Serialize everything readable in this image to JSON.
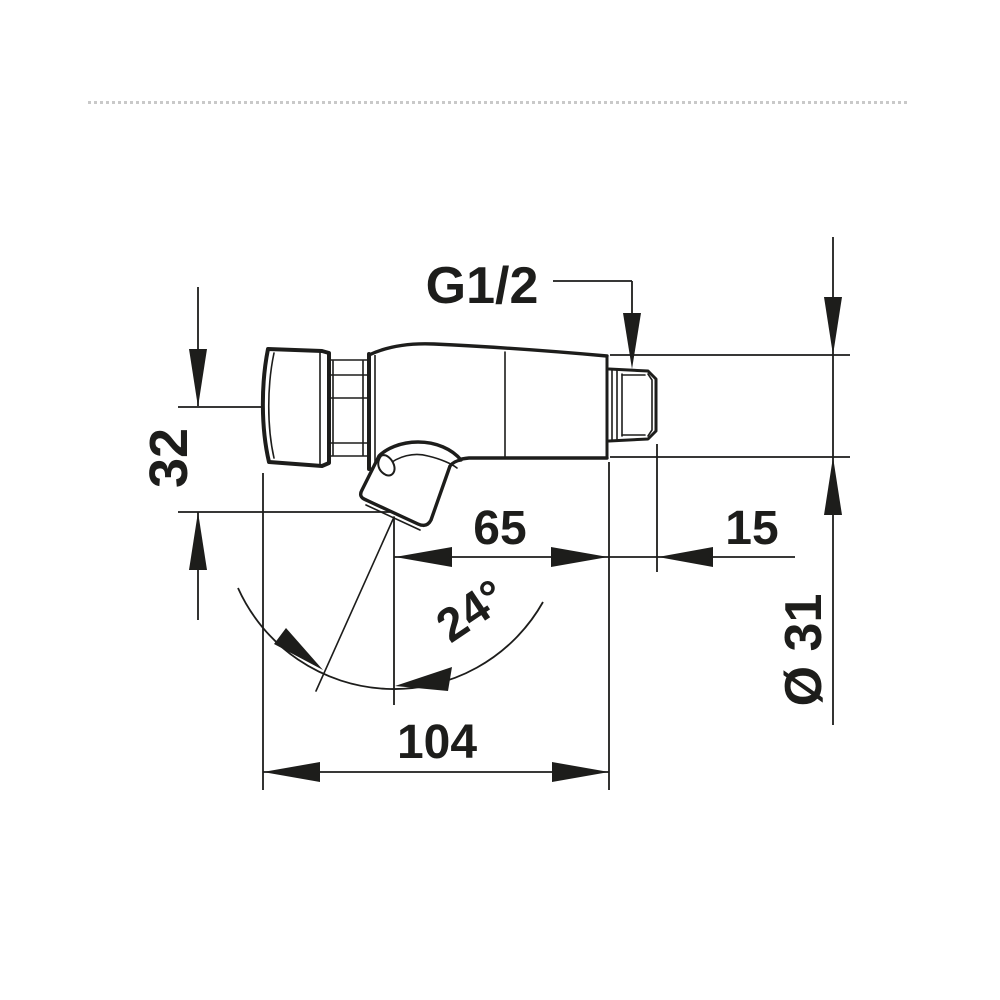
{
  "page": {
    "background": "#ffffff"
  },
  "separator": {
    "color": "#c9c9c9",
    "style": "dotted"
  },
  "drawing": {
    "type": "technical dimension drawing",
    "subject": "self-closing wall-mounted push-button tap, side view",
    "ink_color": "#1d1d1b",
    "labels": {
      "thread_size": "G1/2",
      "spout_height": "32",
      "spout_reach": "65",
      "thread_length": "15",
      "overall_length": "104",
      "spout_angle": "24°",
      "body_diameter": "Ø 31"
    }
  }
}
